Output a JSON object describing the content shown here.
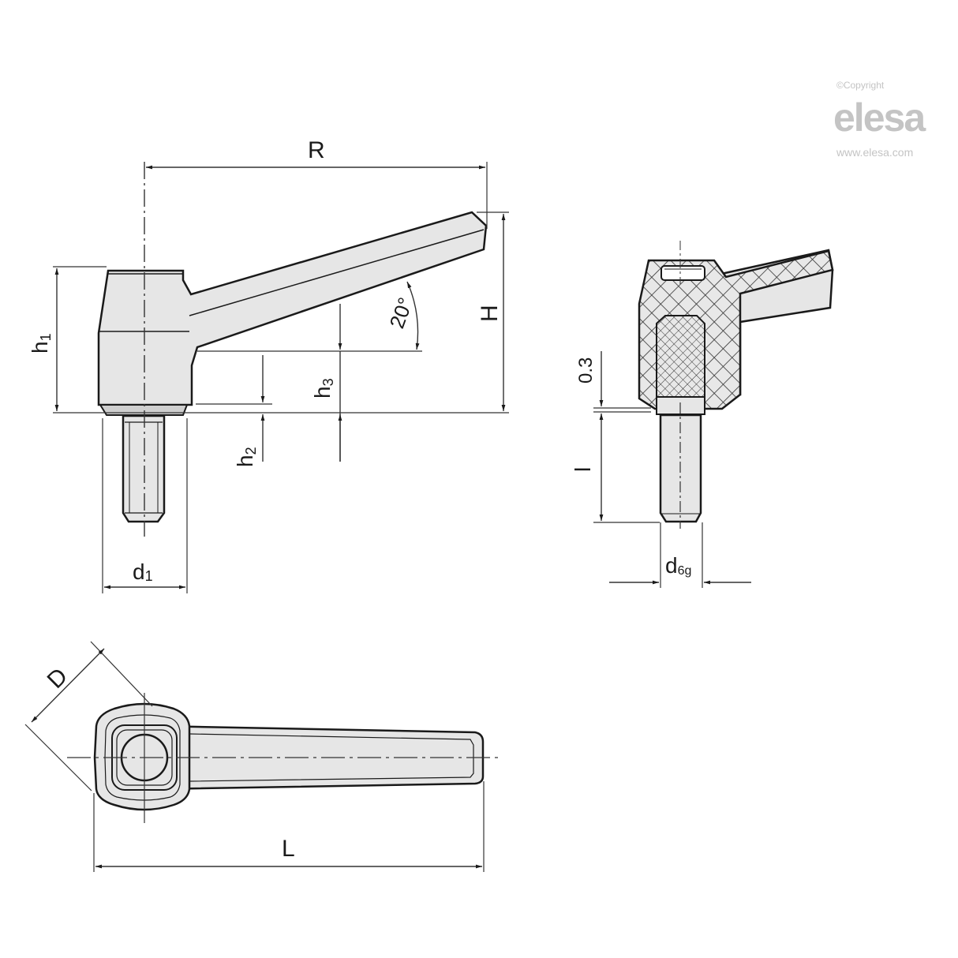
{
  "watermark": {
    "copyright": "©Copyright",
    "brand": "elesa",
    "url": "www.elesa.com"
  },
  "colors": {
    "outline": "#1a1a1a",
    "fill": "#e6e6e6",
    "dimension": "#333333",
    "watermark": "#c4c4c4"
  },
  "side_view": {
    "labels": {
      "R": "R",
      "H": "H",
      "h1": "h",
      "h1_sub": "1",
      "h2": "h",
      "h2_sub": "2",
      "h3": "h",
      "h3_sub": "3",
      "d1": "d",
      "d1_sub": "1",
      "angle": "20°"
    }
  },
  "section_view": {
    "labels": {
      "gap": "0.3",
      "l": "l",
      "d": "d",
      "d_sub": "6g"
    }
  },
  "top_view": {
    "labels": {
      "D": "D",
      "L": "L"
    }
  }
}
